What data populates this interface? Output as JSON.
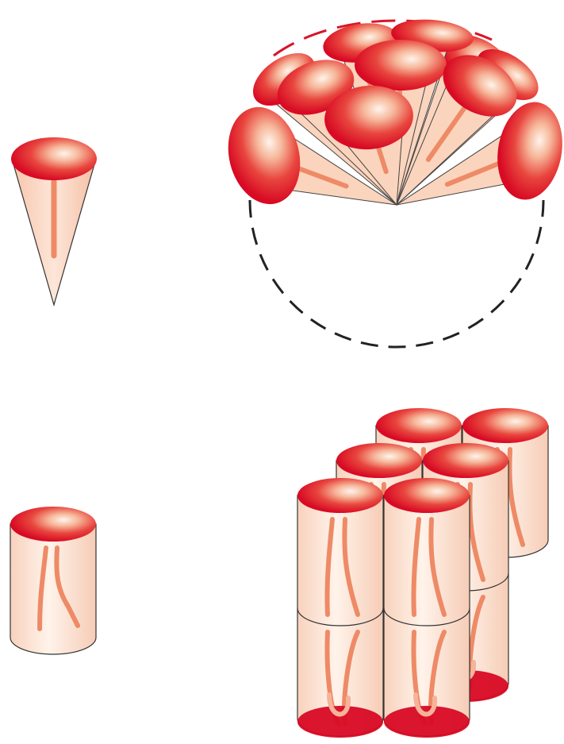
{
  "figure": {
    "colors": {
      "cap_red": "#e0102a",
      "cap_highlight": "#fbe3d6",
      "cone_fill": "#fbd9c4",
      "vessel_stroke": "#ee8a66",
      "outline": "#222222",
      "background": "#ffffff"
    },
    "panels": [
      {
        "id": "single-cone"
      },
      {
        "id": "cone-hemisphere"
      },
      {
        "id": "single-cylinder"
      },
      {
        "id": "cylinder-stack"
      }
    ]
  }
}
